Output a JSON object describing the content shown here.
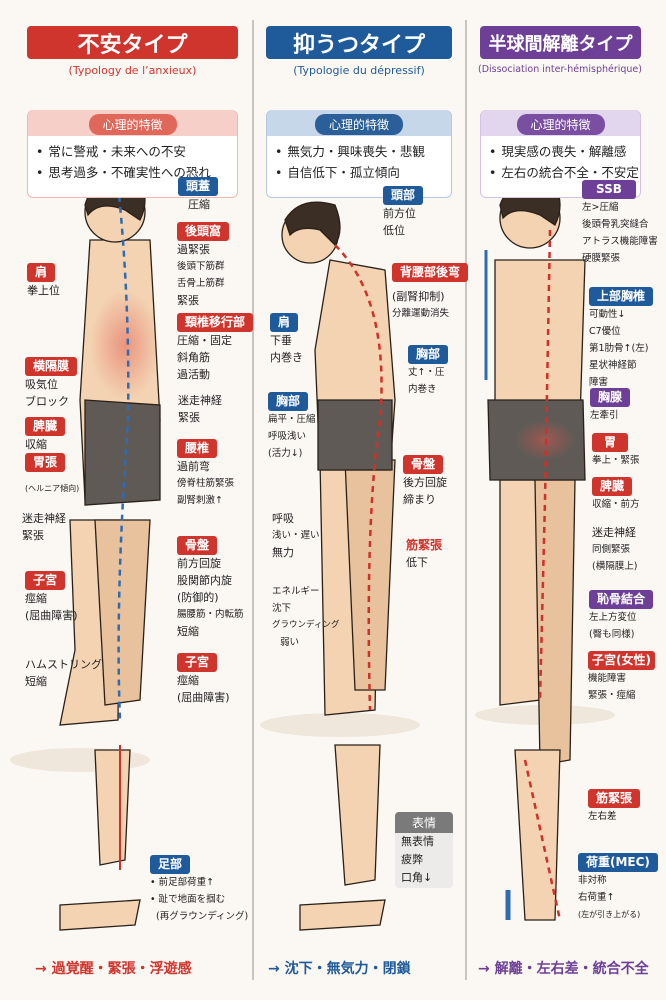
{
  "colors": {
    "red": "#cf352d",
    "blue": "#1f5a9a",
    "purple": "#6e3f96"
  },
  "anxiety": {
    "title": "不安タイプ",
    "subtitle": "(Typology de l’anxieux)",
    "psych": {
      "header": "心理的特徴",
      "items": [
        "常に警戒・未来への不安",
        "思考過多・不確実性への恐れ"
      ]
    },
    "labels": {
      "skull": {
        "tag": "頭蓋",
        "lines": [
          "圧縮"
        ]
      },
      "occipital": {
        "tag": "後頭窩",
        "lines": [
          "過緊張",
          "後頭下筋群",
          "舌骨上筋群",
          "緊張"
        ]
      },
      "shoulder": {
        "tag": "肩",
        "lines": [
          "拳上位"
        ]
      },
      "cervical": {
        "tag": "頸椎移行部",
        "lines": [
          "圧縮・固定",
          "斜角筋",
          "過活動"
        ]
      },
      "diaphragm": {
        "tag": "横隔膜",
        "lines": [
          "吸気位",
          "ブロック"
        ]
      },
      "vagus_r": {
        "lines": [
          "迷走神経",
          "緊張"
        ]
      },
      "spleen": {
        "tag": "脾臓",
        "lines": [
          "収縮"
        ]
      },
      "stomach": {
        "tag": "胃張",
        "lines": [
          "(ヘルニア傾向)"
        ]
      },
      "lumbar": {
        "tag": "腰椎",
        "lines": [
          "過前弯",
          "傍脊柱筋緊張",
          "副腎刺激↑"
        ]
      },
      "vagus_l": {
        "lines": [
          "迷走神経",
          "緊張"
        ]
      },
      "pelvis": {
        "tag": "骨盤",
        "lines": [
          "前方回旋",
          "股関節内旋",
          "(防御的)",
          "腸腰筋・内転筋",
          "短縮"
        ]
      },
      "uterus_l": {
        "tag": "子宮",
        "lines": [
          "痙縮",
          "(屈曲障害)"
        ]
      },
      "hamstring": {
        "lines": [
          "ハムストリング",
          "短縮"
        ]
      },
      "uterus_r": {
        "tag": "子宮",
        "lines": [
          "痙縮",
          "(屈曲障害)"
        ]
      },
      "foot": {
        "tag": "足部",
        "lines": [
          "• 前足部荷重↑",
          "• 趾で地面を掴む",
          "(再グラウンディング)"
        ]
      }
    },
    "footer": "→ 過覚醒・緊張・浮遊感"
  },
  "depression": {
    "title": "抑うつタイプ",
    "subtitle": "(Typologie du dépressif)",
    "psych": {
      "header": "心理的特徴",
      "items": [
        "無気力・興味喪失・悲観",
        "自信低下・孤立傾向"
      ]
    },
    "labels": {
      "head": {
        "tag": "頭部",
        "lines": [
          "前方位",
          "低位"
        ]
      },
      "back": {
        "tag": "背腰部後弯",
        "lines": [
          "(副腎抑制)",
          "分離運動消失"
        ]
      },
      "shoulder": {
        "tag": "肩",
        "lines": [
          "下垂",
          "内巻き"
        ]
      },
      "chest_r": {
        "tag": "胸部",
        "lines": [
          "丈↑・圧",
          "内巻き"
        ]
      },
      "chest_l": {
        "tag": "胸部",
        "lines": [
          "扁平・圧縮",
          "呼吸浅い",
          "(活力↓)"
        ]
      },
      "pelvis": {
        "tag": "骨盤",
        "lines": [
          "後方回旋",
          "締まり"
        ]
      },
      "breath": {
        "lines": [
          "呼吸",
          "浅い・遅い",
          "無力"
        ]
      },
      "muscle": {
        "tag": "筋緊張",
        "lines": [
          "低下"
        ]
      },
      "energy": {
        "lines": [
          "エネルギー",
          "沈下",
          "グラウンディング",
          "弱い"
        ]
      },
      "face": {
        "tag": "表情",
        "lines": [
          "無表情",
          "疲弊",
          "口角↓"
        ]
      }
    },
    "footer": "→ 沈下・無気力・閉鎖"
  },
  "dissociation": {
    "title": "半球間解離タイプ",
    "subtitle": "(Dissociation inter-hémisphérique)",
    "psych": {
      "header": "心理的特徴",
      "items": [
        "現実感の喪失・解離感",
        "左右の統合不全・不安定"
      ]
    },
    "labels": {
      "ssb": {
        "tag": "SSB",
        "lines": [
          "左>圧縮",
          "後頭骨乳突縫合",
          "アトラス機能障害",
          "硬膜緊張"
        ]
      },
      "thoracic": {
        "tag": "上部胸椎",
        "lines": [
          "可動性↓",
          "C7優位",
          "第1肋骨↑(左)",
          "星状神経節",
          "障害"
        ]
      },
      "thymus": {
        "tag": "胸腺",
        "lines": [
          "左牽引"
        ]
      },
      "stomach": {
        "tag": "胃",
        "lines": [
          "拳上・緊張"
        ]
      },
      "spleen": {
        "tag": "脾臓",
        "lines": [
          "収縮・前方"
        ]
      },
      "vagus": {
        "lines": [
          "迷走神経",
          "同側緊張",
          "(横隔膜上)"
        ]
      },
      "pubic": {
        "tag": "恥骨結合",
        "lines": [
          "左上方変位",
          "(臀も同様)"
        ]
      },
      "uterus": {
        "tag": "子宮(女性)",
        "lines": [
          "機能障害",
          "緊張・痙縮"
        ]
      },
      "muscle": {
        "tag": "筋緊張",
        "lines": [
          "左右差"
        ]
      },
      "load": {
        "tag": "荷重(MEC)",
        "lines": [
          "非対称",
          "右荷重↑",
          "(左が引き上がる)"
        ]
      }
    },
    "footer": "→ 解離・左右差・統合不全"
  }
}
